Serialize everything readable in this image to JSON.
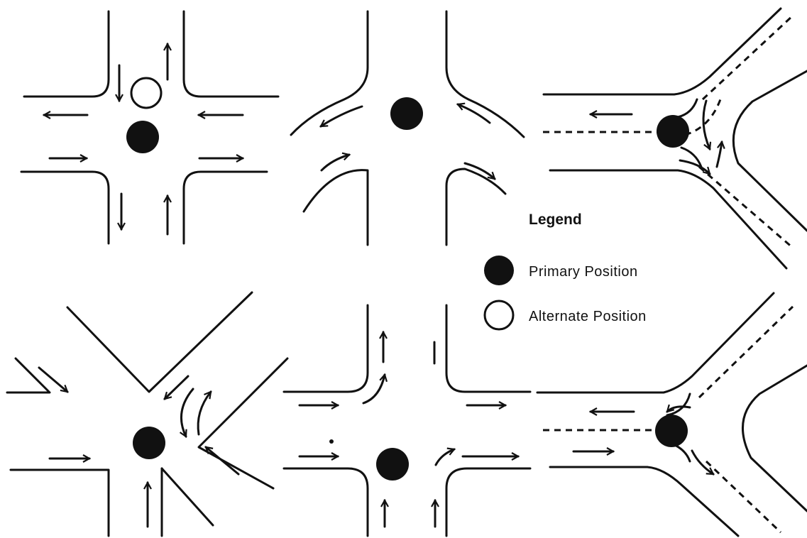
{
  "legend": {
    "title": "Legend",
    "primary_label": "Primary Position",
    "alternate_label": "Alternate Position"
  },
  "colors": {
    "ink": "#111111",
    "background": "#ffffff"
  },
  "diagrams": [
    {
      "id": "four-way-intersection",
      "officer_position": "primary",
      "alternate_shown": true
    },
    {
      "id": "t-intersection-curved",
      "officer_position": "primary",
      "alternate_shown": false
    },
    {
      "id": "y-intersection-island",
      "officer_position": "primary",
      "alternate_shown": false
    },
    {
      "id": "skewed-intersection",
      "officer_position": "primary",
      "alternate_shown": false
    },
    {
      "id": "offset-intersection",
      "officer_position": "primary",
      "alternate_shown": false
    },
    {
      "id": "y-intersection",
      "officer_position": "primary",
      "alternate_shown": false
    }
  ]
}
